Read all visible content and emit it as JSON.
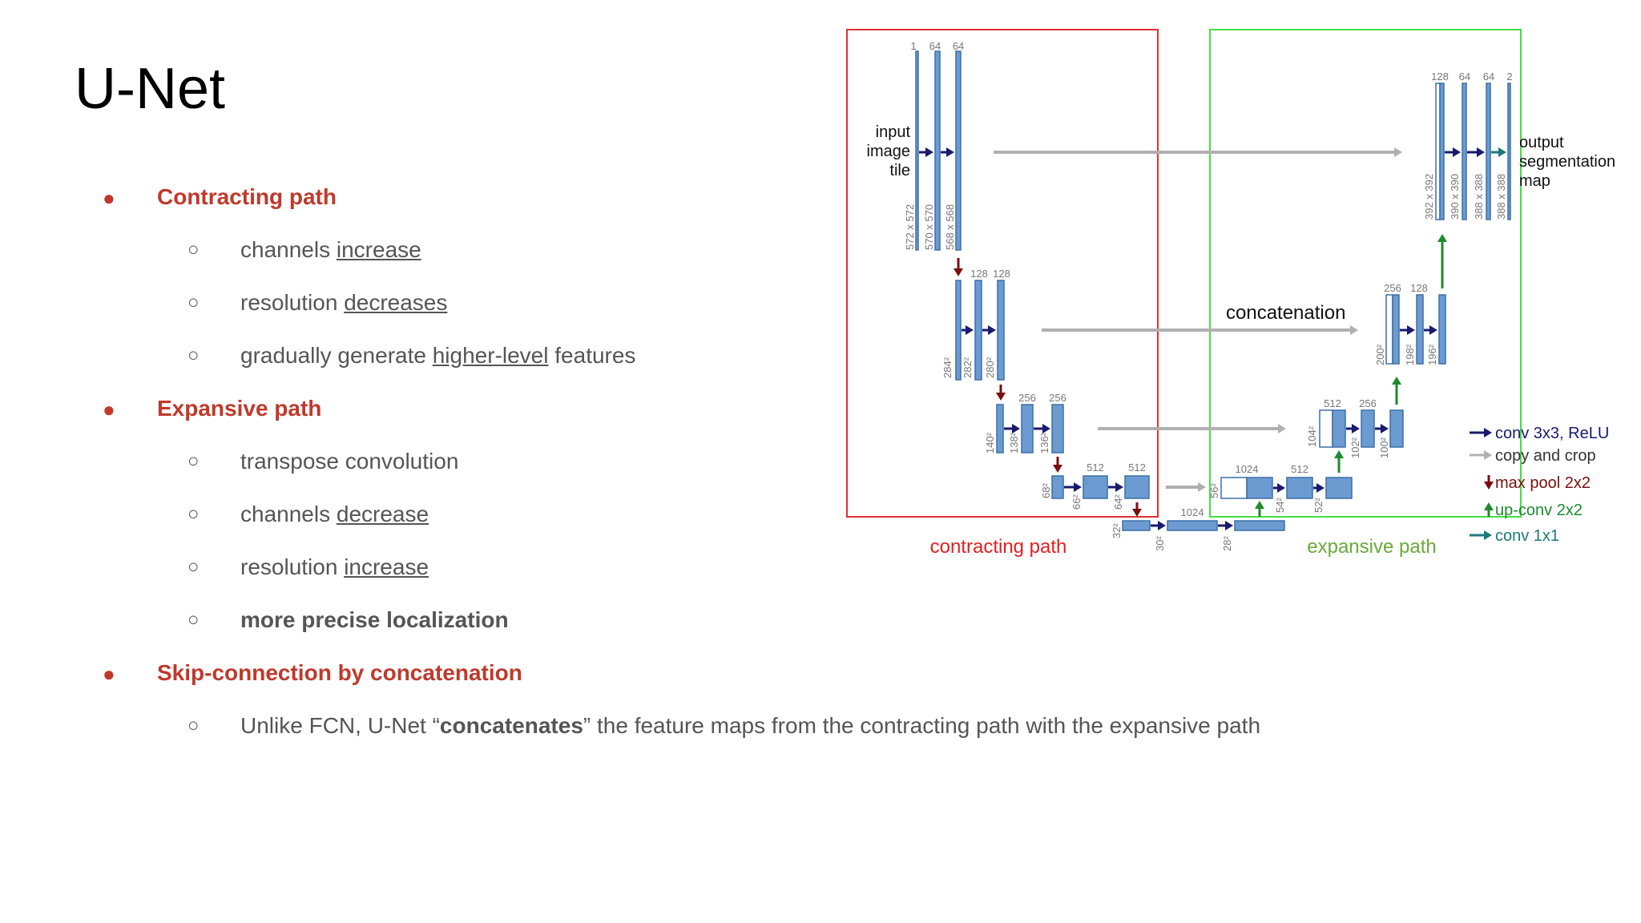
{
  "slide": {
    "title": "U-Net"
  },
  "bullets": {
    "contracting": {
      "label": "Contracting path",
      "items": [
        {
          "pre": "channels ",
          "em": "increase",
          "post": ""
        },
        {
          "pre": "resolution ",
          "em": "decreases",
          "post": ""
        },
        {
          "pre": "gradually generate ",
          "em": "higher-level",
          "post": " features"
        }
      ]
    },
    "expansive": {
      "label": "Expansive path",
      "items": [
        {
          "pre": "transpose convolution",
          "em": "",
          "post": ""
        },
        {
          "pre": "channels ",
          "em": "decrease",
          "post": ""
        },
        {
          "pre": "resolution ",
          "em": "increase",
          "post": ""
        },
        {
          "pre": "",
          "em": "",
          "post": "",
          "bold": "more precise localization"
        }
      ]
    },
    "skip": {
      "label": "Skip-connection by concatenation",
      "items": [
        {
          "pre": "Unlike FCN, U-Net “",
          "bold": "concatenates",
          "post": "” the feature maps from the contracting path with the expansive path"
        }
      ]
    }
  },
  "diagram": {
    "input_label": [
      "input",
      "image",
      "tile"
    ],
    "output_label": [
      "output",
      "segmentation",
      "map"
    ],
    "concat_label": "concatenation",
    "contracting_label": "contracting path",
    "expansive_label": "expansive path",
    "colors": {
      "block": "#6b9bd1",
      "block_stroke": "#3d6fa8",
      "conv_arrow": "#1a1a6e",
      "copy_arrow": "#b0b0b0",
      "pool_arrow": "#7a0f0f",
      "up_arrow": "#1e8a2e",
      "final_arrow": "#1a7a7a",
      "red_box": "#e03030",
      "green_box": "#44dd44",
      "contracting_text": "#e02020",
      "expansive_text": "#6aaa3a"
    },
    "channels": {
      "l1": [
        "1",
        "64",
        "64"
      ],
      "l2": [
        "128",
        "128"
      ],
      "l3": [
        "256",
        "256"
      ],
      "l4": [
        "512",
        "512"
      ],
      "l5": [
        "1024"
      ],
      "r4": [
        "1024",
        "512"
      ],
      "r3": [
        "512",
        "256"
      ],
      "r2": [
        "256",
        "128"
      ],
      "r1": [
        "128",
        "64",
        "64",
        "2"
      ]
    },
    "sizes": {
      "l1": [
        "572 x 572",
        "570 x 570",
        "568 x 568"
      ],
      "l2": [
        "284²",
        "282²",
        "280²"
      ],
      "l3": [
        "140²",
        "138²",
        "136²"
      ],
      "l4": [
        "68²",
        "66²",
        "64²"
      ],
      "l5": [
        "32²",
        "30²",
        "28²"
      ],
      "r4": [
        "56²",
        "54²",
        "52²"
      ],
      "r3": [
        "104²",
        "102²",
        "100²"
      ],
      "r2": [
        "200²",
        "198²",
        "196²"
      ],
      "r1": [
        "392 x 392",
        "390 x 390",
        "388 x 388",
        "388 x 388"
      ]
    },
    "legend": [
      {
        "label": "conv 3x3, ReLU",
        "arrow": "conv"
      },
      {
        "label": "copy and crop",
        "arrow": "copy"
      },
      {
        "label": "max pool 2x2",
        "arrow": "pool"
      },
      {
        "label": "up-conv 2x2",
        "arrow": "up"
      },
      {
        "label": "conv 1x1",
        "arrow": "final"
      }
    ]
  }
}
